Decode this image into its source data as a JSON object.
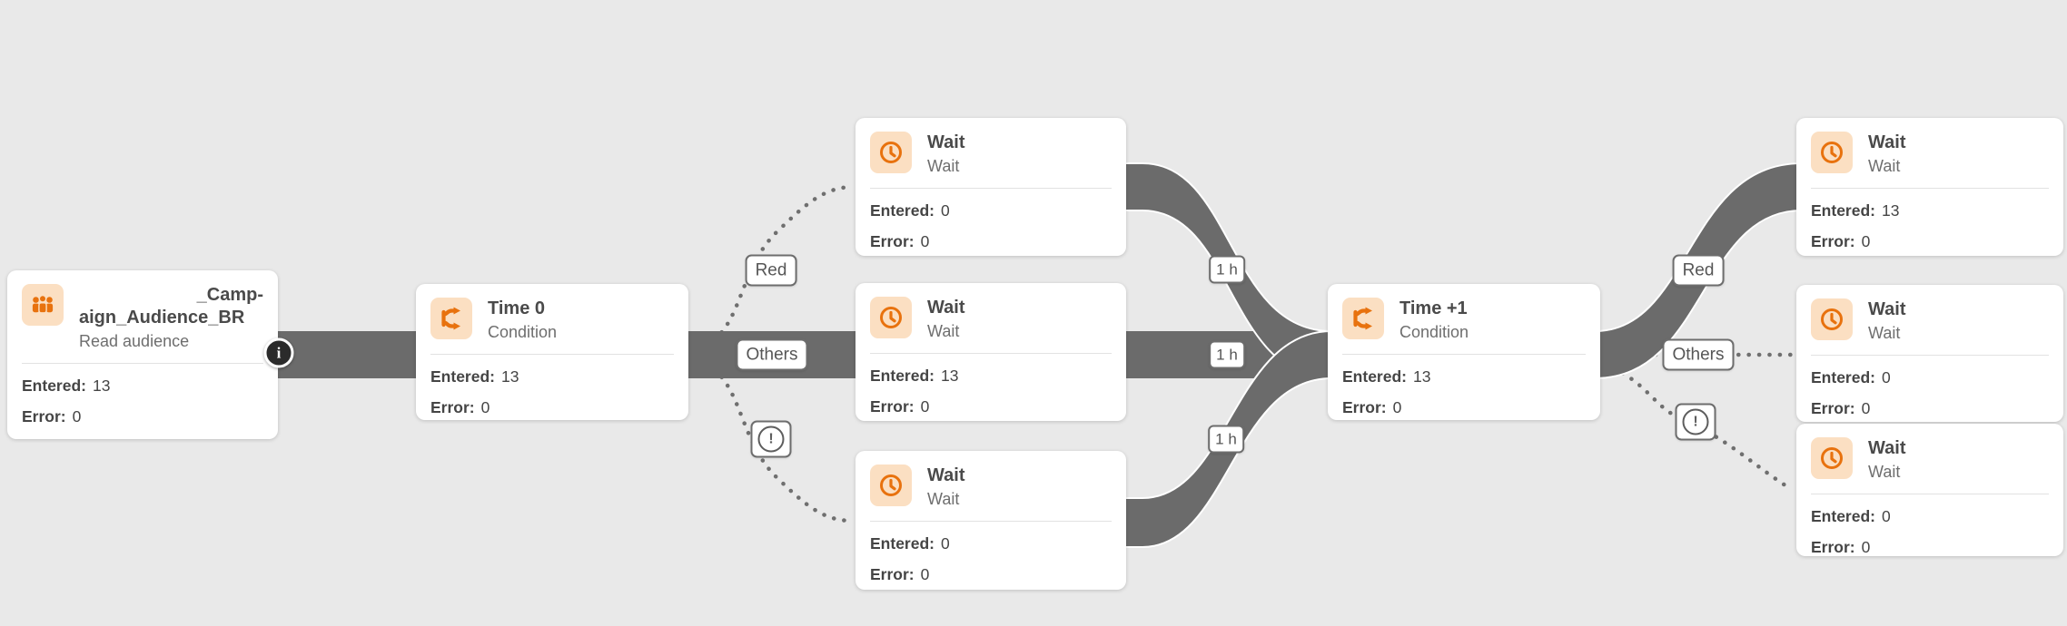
{
  "app": {
    "description": "Workflow canvas diagram",
    "background_color": "#e9e9e9",
    "flow_band_color": "#6b6b6b",
    "accent_orange": "#e8720e",
    "icon_tile_color": "#fbdfc2"
  },
  "labels": {
    "entered": "Entered:",
    "error": "Error:"
  },
  "nodes": {
    "audience": {
      "title": "_Campaign_Audience_BR",
      "title_lines": [
        "_Camp-",
        "aign_Audience_BR"
      ],
      "subtitle": "Read audience",
      "icon": "audience-icon",
      "entered": "13",
      "error": "0"
    },
    "time0": {
      "title": "Time 0",
      "subtitle": "Condition",
      "icon": "condition-icon",
      "entered": "13",
      "error": "0"
    },
    "wait_mid_top": {
      "title": "Wait",
      "subtitle": "Wait",
      "icon": "clock-icon",
      "entered": "0",
      "error": "0"
    },
    "wait_mid_center": {
      "title": "Wait",
      "subtitle": "Wait",
      "icon": "clock-icon",
      "entered": "13",
      "error": "0"
    },
    "wait_mid_bottom": {
      "title": "Wait",
      "subtitle": "Wait",
      "icon": "clock-icon",
      "entered": "0",
      "error": "0"
    },
    "time1": {
      "title": "Time +1",
      "subtitle": "Condition",
      "icon": "condition-icon",
      "entered": "13",
      "error": "0"
    },
    "wait_right_top": {
      "title": "Wait",
      "subtitle": "Wait",
      "icon": "clock-icon",
      "entered": "13",
      "error": "0"
    },
    "wait_right_mid": {
      "title": "Wait",
      "subtitle": "Wait",
      "icon": "clock-icon",
      "entered": "0",
      "error": "0"
    },
    "wait_right_bottom": {
      "title": "Wait",
      "subtitle": "Wait",
      "icon": "clock-icon",
      "entered": "0",
      "error": "0"
    }
  },
  "edge_badges": {
    "red_left": "Red",
    "others_left": "Others",
    "error_left": "!",
    "wait_top": "1 h",
    "wait_mid": "1 h",
    "wait_bottom": "1 h",
    "red_right": "Red",
    "others_right": "Others",
    "error_right": "!",
    "info": "i"
  }
}
